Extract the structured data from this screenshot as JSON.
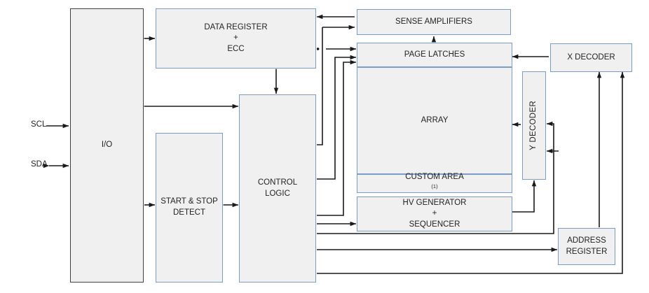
{
  "diagram": {
    "title": "Memory device block diagram",
    "style": {
      "block_fill": "#f0f0f0",
      "block_border": "#7a9cc6",
      "io_border": "#404040",
      "line_color": "#1a1a1a",
      "text_color": "#231f20",
      "background": "#ffffff"
    },
    "signals": [
      {
        "name": "scl",
        "label": "SCL",
        "direction": "in"
      },
      {
        "name": "sda",
        "label": "SDA",
        "direction": "bidirectional"
      }
    ],
    "blocks": [
      {
        "name": "io",
        "label": "I/O",
        "lines": [
          "I/O"
        ]
      },
      {
        "name": "data-register",
        "label": "DATA REGISTER + ECC",
        "lines": [
          "DATA REGISTER",
          "+",
          "ECC"
        ]
      },
      {
        "name": "start-stop-detect",
        "label": "START & STOP DETECT",
        "lines": [
          "START & STOP",
          "DETECT"
        ]
      },
      {
        "name": "control-logic",
        "label": "CONTROL LOGIC",
        "lines": [
          "CONTROL",
          "LOGIC"
        ]
      },
      {
        "name": "sense-amplifiers",
        "label": "SENSE AMPLIFIERS",
        "lines": [
          "SENSE AMPLIFIERS"
        ]
      },
      {
        "name": "page-latches",
        "label": "PAGE LATCHES",
        "lines": [
          "PAGE LATCHES"
        ]
      },
      {
        "name": "array",
        "label": "ARRAY",
        "lines": [
          "ARRAY"
        ]
      },
      {
        "name": "custom-area",
        "label": "CUSTOM AREA(1)",
        "lines": [
          "CUSTOM AREA"
        ],
        "note": "(1)"
      },
      {
        "name": "hv-generator",
        "label": "HV GENERATOR + SEQUENCER",
        "lines": [
          "HV GENERATOR",
          "+",
          "SEQUENCER"
        ]
      },
      {
        "name": "x-decoder",
        "label": "X DECODER",
        "lines": [
          "X DECODER"
        ]
      },
      {
        "name": "y-decoder",
        "label": "Y DECODER",
        "lines": [
          "Y DECODER"
        ]
      },
      {
        "name": "address-register",
        "label": "ADDRESS REGISTER",
        "lines": [
          "ADDRESS",
          "REGISTER"
        ]
      }
    ],
    "labels": {
      "io": "I/O",
      "data_register_l1": "DATA REGISTER",
      "data_register_l2": "+",
      "data_register_l3": "ECC",
      "start_stop_l1": "START & STOP",
      "start_stop_l2": "DETECT",
      "control_logic_l1": "CONTROL",
      "control_logic_l2": "LOGIC",
      "sense_amplifiers": "SENSE AMPLIFIERS",
      "page_latches": "PAGE LATCHES",
      "array": "ARRAY",
      "custom_area": "CUSTOM AREA",
      "custom_area_note": "(1)",
      "hv_generator_l1": "HV GENERATOR",
      "hv_generator_l2": "+",
      "hv_generator_l3": "SEQUENCER",
      "x_decoder": "X DECODER",
      "y_decoder": "Y DECODER",
      "address_register_l1": "ADDRESS",
      "address_register_l2": "REGISTER",
      "scl": "SCL",
      "sda": "SDA"
    }
  }
}
